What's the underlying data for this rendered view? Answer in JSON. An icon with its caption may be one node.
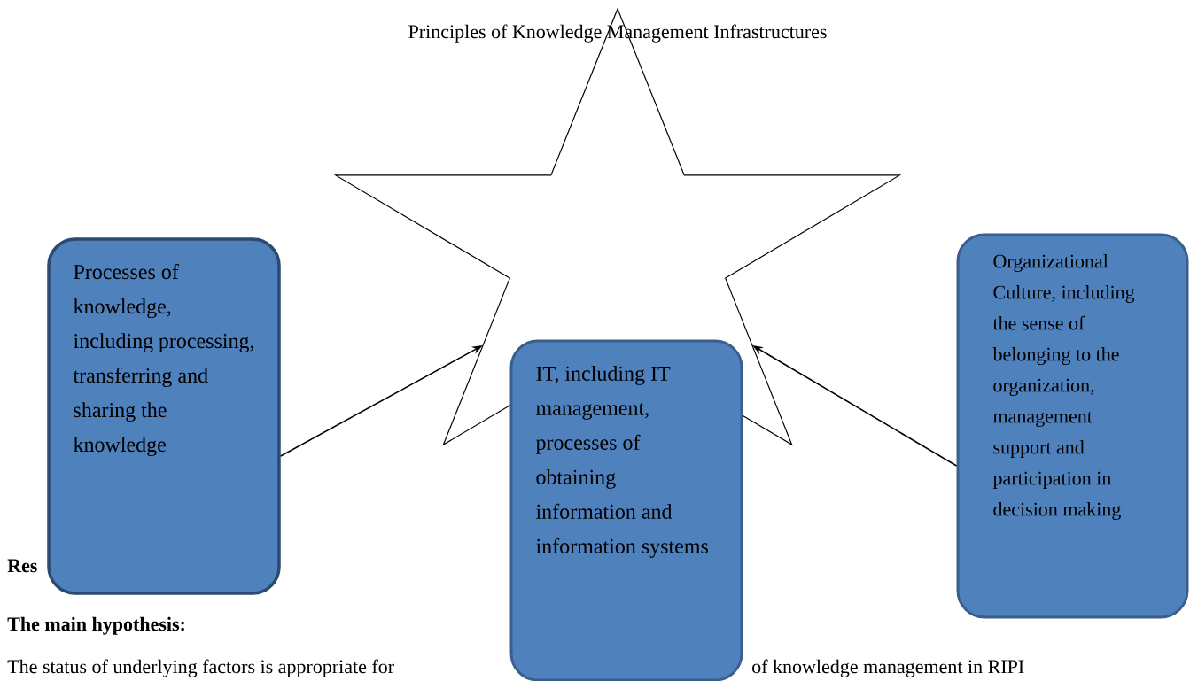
{
  "diagram": {
    "title": "Principles of Knowledge Management Infrastructures",
    "nodes": [
      {
        "text": [],
        "shape": "star"
      },
      {
        "text": [
          "Processes of knowledge, including processing, transferring and sharing the knowledge"
        ]
      },
      {
        "text": [
          "IT, including IT management, processes of obtaining information and information systems"
        ]
      },
      {
        "text": [
          "Organizational Culture, including the sense of belonging to the organization, management support and participation in decision making"
        ]
      }
    ],
    "edges": [
      {
        "from": 1,
        "to": 0,
        "arrow": "to"
      },
      {
        "from": 3,
        "to": 0,
        "arrow": "to"
      }
    ],
    "labels": [
      "Res",
      "The main hypothesis:",
      "The status of underlying factors is appropriate for",
      "of knowledge management in RIPI"
    ]
  }
}
